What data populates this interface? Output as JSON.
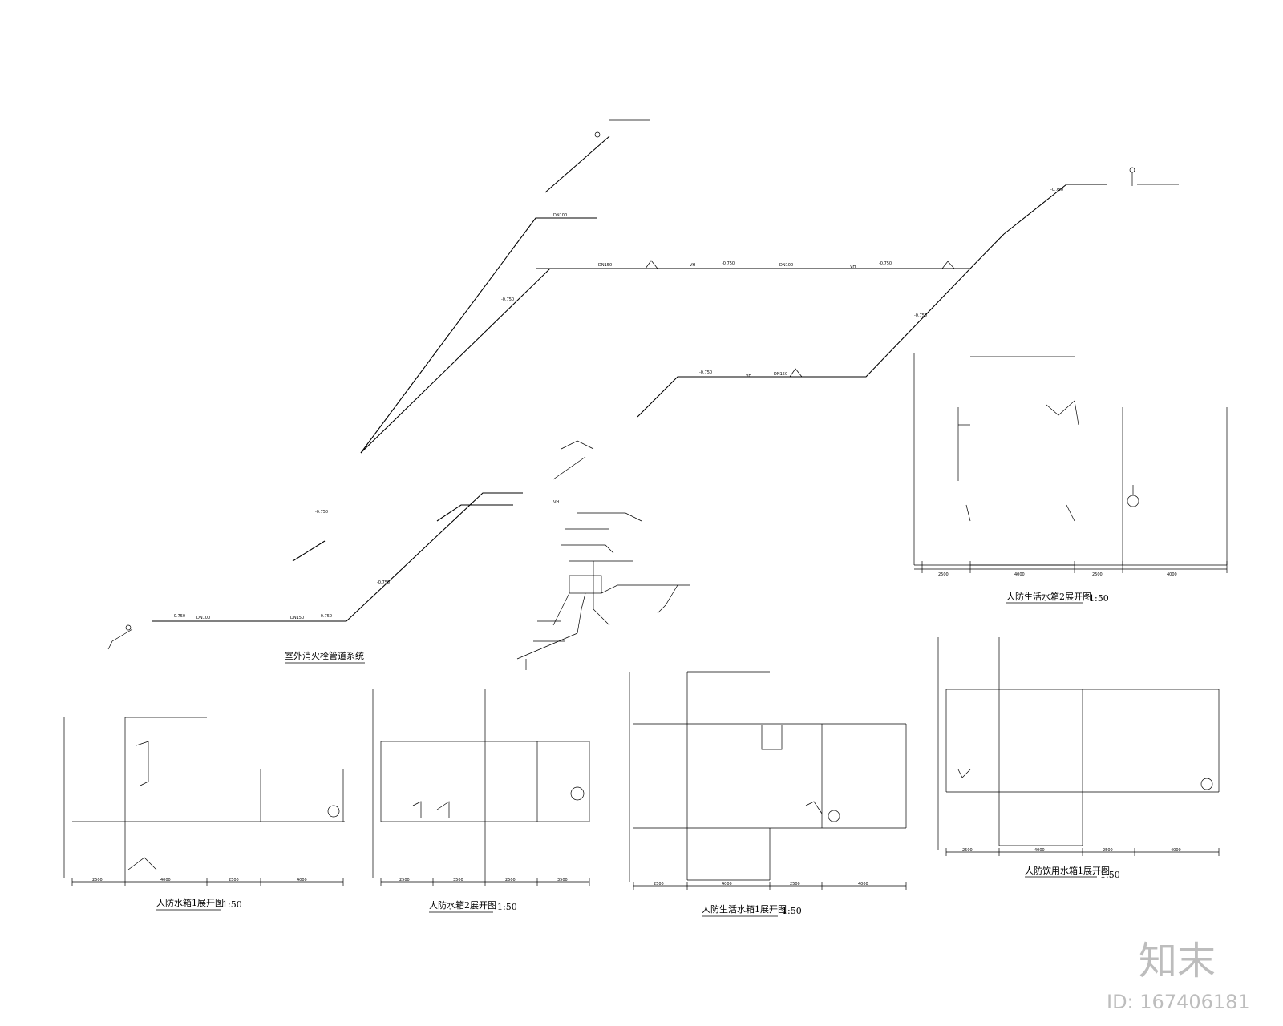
{
  "titles": {
    "system": "室外消火栓管道系统",
    "tank_life2": "人防生活水箱2展开图",
    "tank_drink1": "人防饮用水箱1展开图",
    "tank1": "人防水箱1展开图",
    "tank2": "人防水箱2展开图",
    "tank_life1": "人防生活水箱1展开图"
  },
  "scale_label": "1:50",
  "watermark": {
    "logo_text": "知末",
    "id_text": "ID: 167406181"
  },
  "dimensions": {
    "tank_life2": [
      "2500",
      "4000",
      "2500",
      "4000"
    ],
    "tank_drink1": [
      "2500",
      "4000",
      "2500",
      "4000"
    ],
    "tank1": [
      "2500",
      "4000",
      "2500",
      "4000"
    ],
    "tank2": [
      "2500",
      "3500",
      "2500",
      "3500"
    ],
    "tank_life1": [
      "2500",
      "4000",
      "2500",
      "4000"
    ]
  },
  "elevations": {
    "system": [
      "-0.750",
      "-0.750",
      "-0.750",
      "-0.750",
      "-0.750",
      "-0.750",
      "-0.750",
      "-0.750",
      "-0.750",
      "-0.750"
    ]
  },
  "pipe_labels": [
    "DN100",
    "DN150",
    "DN150",
    "DN100",
    "DN150",
    "DN100",
    "VH",
    "VH",
    "VH",
    "VH"
  ]
}
